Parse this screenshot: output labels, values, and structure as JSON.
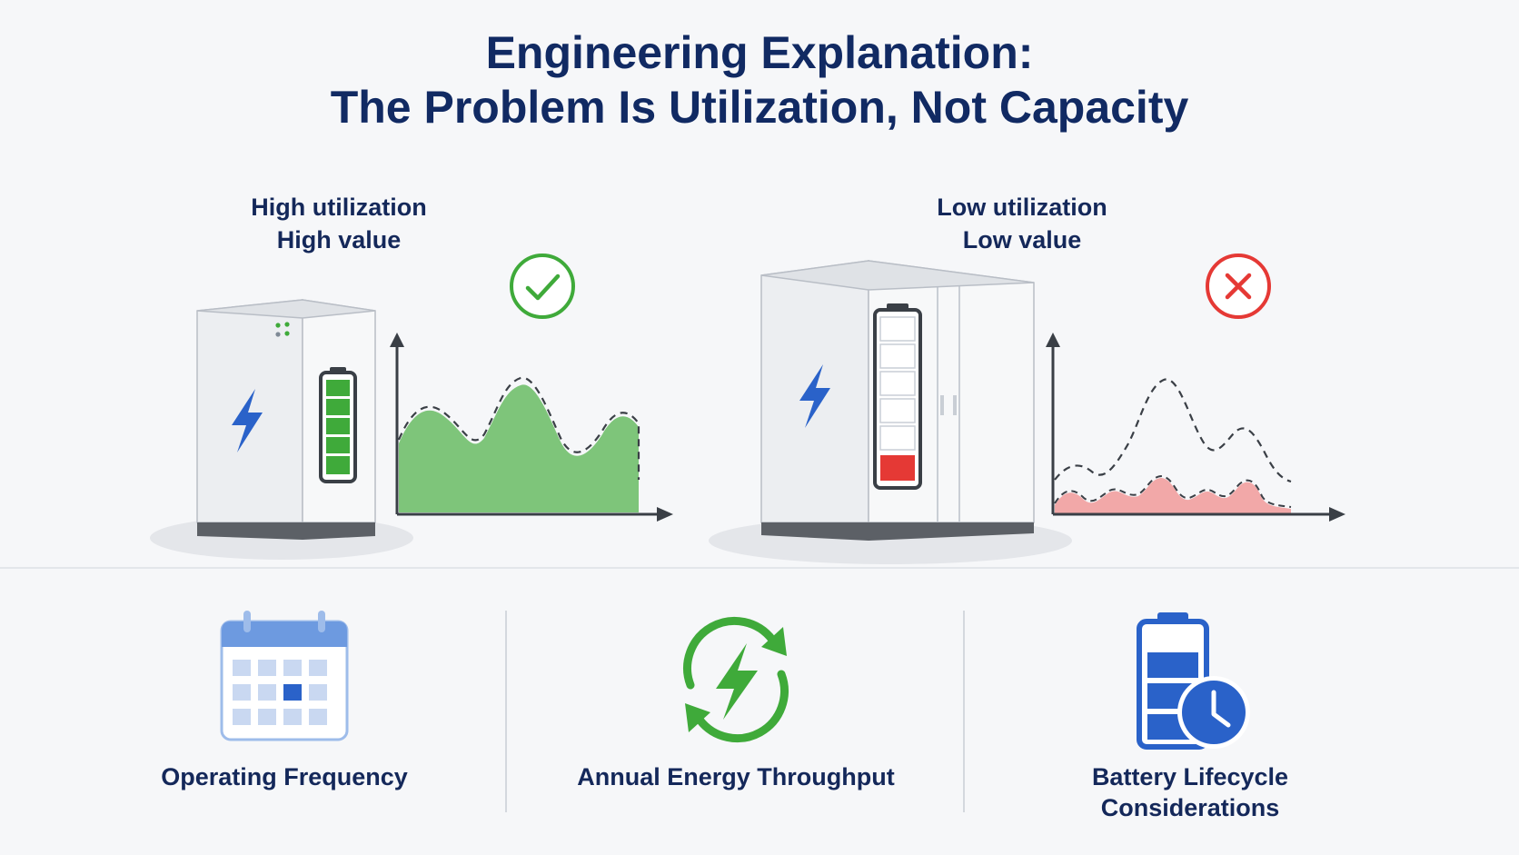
{
  "title": {
    "line1": "Engineering Explanation:",
    "line2": "The Problem Is Utilization, Not Capacity"
  },
  "panels": [
    {
      "label_line1": "High utilization",
      "label_line2": "High value",
      "status_icon": "check-circle-icon",
      "battery_level": 1.0,
      "color": "#3faa3a"
    },
    {
      "label_line1": "Low utilization",
      "label_line2": "Low value",
      "status_icon": "x-circle-icon",
      "battery_level": 0.15,
      "color": "#e53935"
    }
  ],
  "features": [
    {
      "label_line1": "Operating Frequency",
      "label_line2": "",
      "icon": "calendar-icon"
    },
    {
      "label_line1": "Annual Energy Throughput",
      "label_line2": "",
      "icon": "energy-cycle-icon"
    },
    {
      "label_line1": "Battery Lifecycle",
      "label_line2": "Considerations",
      "icon": "battery-clock-icon"
    }
  ],
  "colors": {
    "title": "#112a63",
    "accent_blue": "#2a62c9",
    "good_green": "#3faa3a",
    "bad_red": "#e53935"
  }
}
